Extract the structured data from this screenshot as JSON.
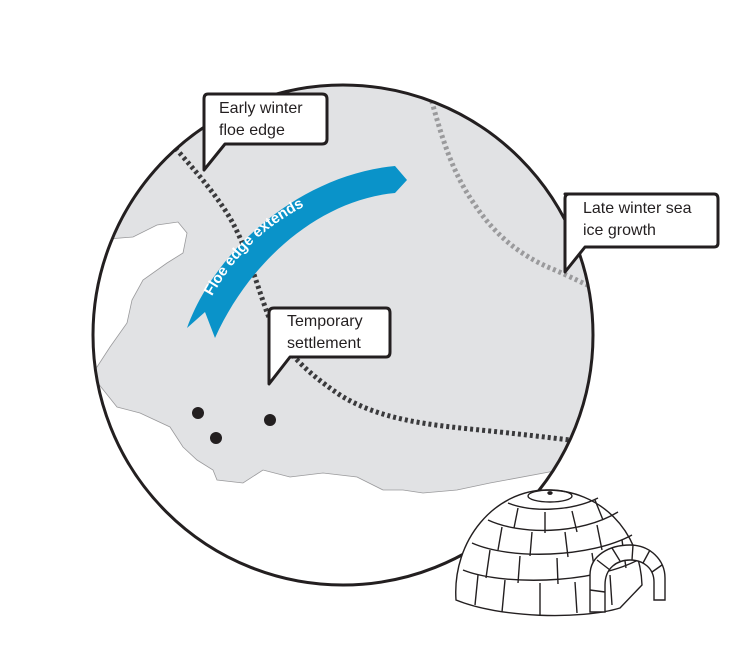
{
  "labels": {
    "early_winter": "Early winter\nfloe edge",
    "late_winter": "Late winter sea\nice growth",
    "settlement": "Temporary\nsettlement",
    "arrow": "Floe edge extends"
  },
  "colors": {
    "sea_ice": "#e1e2e4",
    "arrow": "#0a93c9",
    "early_line": "#3a3a3c",
    "late_line": "#9a9a9c",
    "outline": "#231f20"
  }
}
